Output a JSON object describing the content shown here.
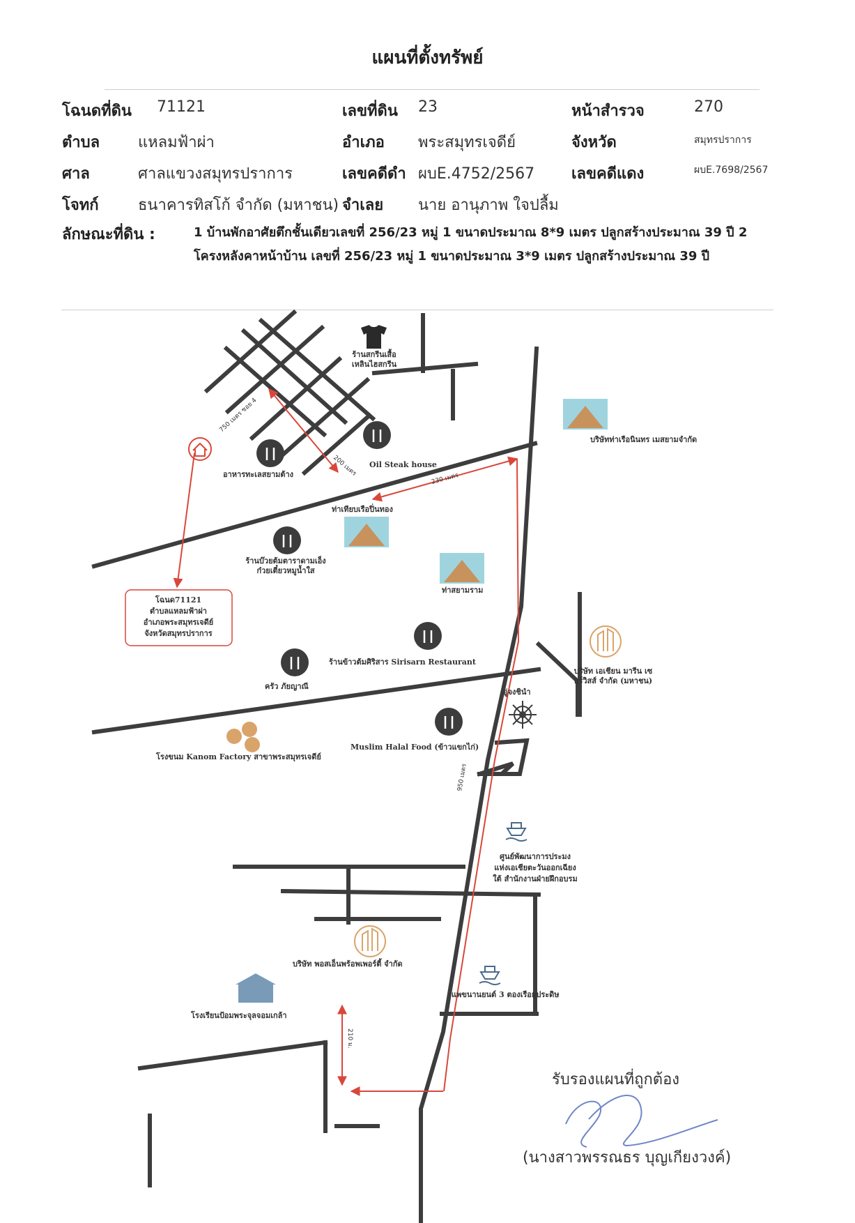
{
  "title": "แผนที่ตั้งทรัพย์",
  "details": {
    "deed_label": "โฉนดที่ดิน",
    "deed_value": "71121",
    "land_no_label": "เลขที่ดิน",
    "land_no_value": "23",
    "survey_label": "หน้าสำรวจ",
    "survey_value": "270",
    "subdistrict_label": "ตำบล",
    "subdistrict_value": "แหลมฟ้าผ่า",
    "district_label": "อำเภอ",
    "district_value": "พระสมุทรเจดีย์",
    "province_label": "จังหวัด",
    "province_value": "สมุทรปราการ",
    "court_label": "ศาล",
    "court_value": "ศาลแขวงสมุทรปราการ",
    "black_case_label": "เลขคดีดำ",
    "black_case_value": "ผบE.4752/2567",
    "red_case_label": "เลขคดีแดง",
    "red_case_value": "ผบE.7698/2567",
    "plaintiff_label": "โจทก์",
    "plaintiff_value": "ธนาคารทิสโก้ จำกัด (มหาชน)",
    "defendant_label": "จำเลย",
    "defendant_value": "นาย อานุภาพ ใจปลื้ม",
    "land_desc_label": "ลักษณะที่ดิน :",
    "land_desc_line1": "1 บ้านพักอาศัยตึกชั้นเดียวเลขที่ 256/23 หมู่ 1 ขนาดประมาณ 8*9 เมตร ปลูกสร้างประมาณ 39 ปี 2",
    "land_desc_line2": "โครงหลังคาหน้าบ้าน เลขที่ 256/23 หมู่ 1 ขนาดประมาณ 3*9 เมตร ปลูกสร้างประมาณ 39 ปี"
  },
  "map": {
    "landmarks": {
      "shirt_shop": [
        "ร้านสกรีนเสื้อ",
        "เหลินไฮสกรีน"
      ],
      "shipyard_company": "บริษัทท่าเรือนินทร เมสยามจำกัด",
      "steak_house": "Oil Steak house",
      "seafood_restaurant": "อาหารทะเลสยามต้าง",
      "pier": "ท่าเทียบเรือปิ่นทอง",
      "noodle_shop": [
        "ร้านบ๊วยต้มตาราดามเอ็ง",
        "ก๋วยเตี๋ยวหมูน้ำใส"
      ],
      "siam_pier": "ท่าสยามราม",
      "sirisarn": "ร้านข้าวต้มศิริสาร   Sirisarn Restaurant",
      "kitchen": "ครัว ภัยญาณี",
      "asian_marine": [
        "บริษัท เอเชียน มารีน เซ",
        "อร์วิสส์ จำกัด (มหาชน)"
      ],
      "wheel": "อู่จงชินำ",
      "muslim_food": "Muslim Halal Food (ข้าวแขกไก่)",
      "kanom_factory": "โรงขนม Kanom Factory สาขาพระสมุทรเจดีย์",
      "training_center": [
        "ศูนย์พัฒนาการประมง",
        "แห่งเอเชียตะวันออกเฉียง",
        "ใต้ สำนักงานฝ่ายฝึกอบรม"
      ],
      "port_company": "บริษัท พอสเอ็นพร้อพเพอร์ตี้ จำกัด",
      "ferry": "แพขนานยนต์ 3 ตองเรือยุประดิษ",
      "school": "โรงเรียนป้อมพระจุลจอมเกล้า"
    },
    "parcel_note": [
      "โฉนด71121",
      "ตำบลแหลมฟ้าผ่า",
      "อำเภอพระสมุทรเจดีย์",
      "จังหวัดสมุทรปราการ"
    ],
    "distances": {
      "d1": "200 เมตร",
      "d2": "230 เมตร",
      "d3": "750 เมตร ซอย 4",
      "d4": "950 เมตร",
      "d5": "210 ม."
    },
    "colors": {
      "road": "#3d3d3d",
      "route": "#d9473a",
      "icon_dark": "#3c3c3c",
      "icon_gold": "#d9a46a",
      "icon_blue": "#4a6a8a"
    }
  },
  "certify": {
    "text": "รับรองแผนที่ถูกต้อง",
    "name": "(นางสาวพรรณธร บุญเกียงวงค์)"
  }
}
